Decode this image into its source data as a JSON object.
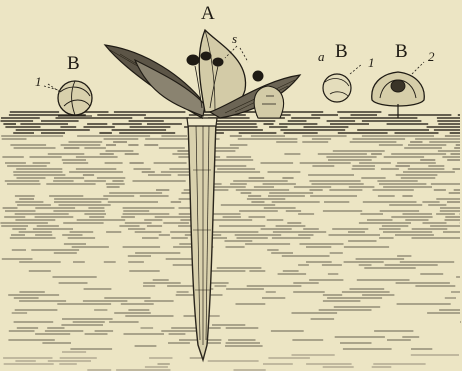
{
  "figure": {
    "labels": {
      "top_flower": "A",
      "left_flower": "B",
      "right_bud": "B",
      "right_flower": "B",
      "marker_left": "1",
      "marker_mid": "1",
      "marker_right": "2",
      "marker_top": "s",
      "marker_a": "a"
    }
  },
  "colors": {
    "paper": "#ece5c4",
    "ink": "#1f1b14"
  }
}
